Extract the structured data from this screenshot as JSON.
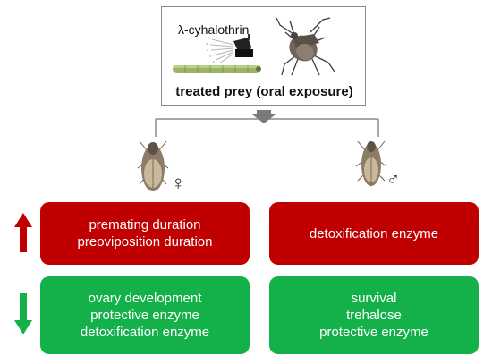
{
  "treatment": {
    "insecticide": "λ-cyhalothrin",
    "prey_label": "treated prey (oral exposure)"
  },
  "female": {
    "symbol": "♀",
    "increased": [
      "premating duration",
      "preoviposition duration"
    ],
    "decreased": [
      "ovary development",
      "protective enzyme",
      "detoxification enzyme"
    ]
  },
  "male": {
    "symbol": "♂",
    "increased": [
      "detoxification enzyme"
    ],
    "decreased": [
      "survival",
      "trehalose",
      "protective enzyme"
    ]
  },
  "colors": {
    "increase": "#c00000",
    "decrease": "#14b04a",
    "connector": "#8a8a8a"
  },
  "icons": {
    "increase": "up-arrow-icon",
    "decrease": "down-arrow-icon",
    "sprayer": "sprayer-icon",
    "prey": "caterpillar-icon",
    "predator": "stink-bug-icon"
  }
}
